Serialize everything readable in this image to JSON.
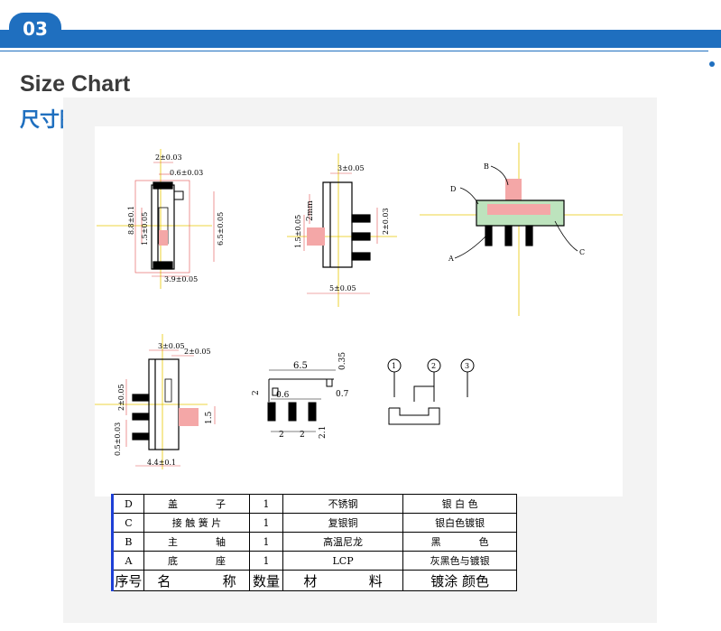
{
  "header": {
    "section_number": "03",
    "title": "Size Chart",
    "subtitle": "尺寸图",
    "accent_color": "#1f6fbf"
  },
  "drawing": {
    "view1": {
      "dim_top_1": "2±0.03",
      "dim_top_2": "0.6±0.03",
      "dim_left_height": "8.8±0.1",
      "dim_left_inner": "1.5±0.05",
      "dim_right": "6.5±0.05",
      "dim_bottom": "3.9±0.05"
    },
    "view2": {
      "dim_top": "3±0.05",
      "dim_stroke": "2mm",
      "dim_left": "1.5±0.05",
      "dim_right": "2±0.03",
      "dim_bottom": "5±0.05"
    },
    "view3": {
      "label_b": "B",
      "label_d": "D",
      "label_a": "A",
      "label_c": "C"
    },
    "view4": {
      "dim_top_1": "3±0.05",
      "dim_top_2": "2±0.05",
      "dim_left_1": "2±0.05",
      "dim_left_2": "0.5±0.03",
      "dim_right": "1.5",
      "dim_bottom": "4.4±0.1"
    },
    "view5": {
      "dim_total": "6.5",
      "dim_slot": "0.35",
      "dim_side": "2",
      "dim_pin_offset": "0.6",
      "dim_pin_w": "0.7",
      "dim_pitch_1": "2",
      "dim_pitch_2": "2",
      "dim_pin_h": "2.1"
    },
    "view6": {
      "pin_1": "1",
      "pin_2": "2",
      "pin_3": "3"
    }
  },
  "bom_table": {
    "rows": [
      {
        "no": "D",
        "name": "盖 子",
        "qty": "1",
        "material": "不锈钢",
        "finish": "银 白 色"
      },
      {
        "no": "C",
        "name": "接 触 簧 片",
        "qty": "1",
        "material": "复银铜",
        "finish": "银白色镀银"
      },
      {
        "no": "B",
        "name": "主 轴",
        "qty": "1",
        "material": "高温尼龙",
        "finish": "黑 色"
      },
      {
        "no": "A",
        "name": "底 座",
        "qty": "1",
        "material": "LCP",
        "finish": "灰黑色与镀银"
      }
    ],
    "header": {
      "no": "序号",
      "name": "名 称",
      "qty": "数量",
      "material": "材 料",
      "finish": "镀涂 颜色"
    }
  }
}
